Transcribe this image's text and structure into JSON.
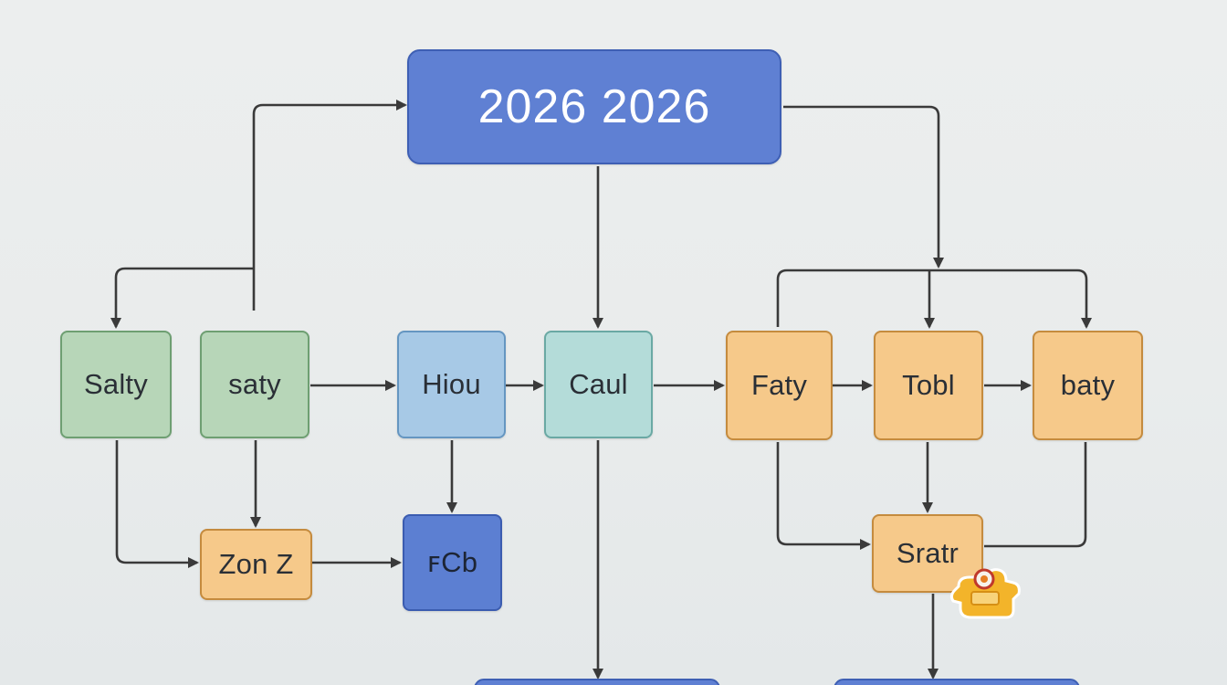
{
  "diagram": {
    "title": "2026 2026",
    "nodes": {
      "salty": "Salty",
      "saty": "saty",
      "hiou": "Hiou",
      "caul": "Caul",
      "faty": "Faty",
      "tobl": "Tobl",
      "baty": "baty",
      "zonz": "Zon Z",
      "fcb": "ꜰCb",
      "sratr": "Sratr"
    },
    "colors": {
      "green": "#b7d6b8",
      "light_blue": "#a7c9e6",
      "teal": "#b4dcd9",
      "orange": "#f6c98a",
      "royal_blue": "#5c7fd2",
      "arrow": "#3a3a3a"
    },
    "decoration": "robot-sticker-icon"
  }
}
